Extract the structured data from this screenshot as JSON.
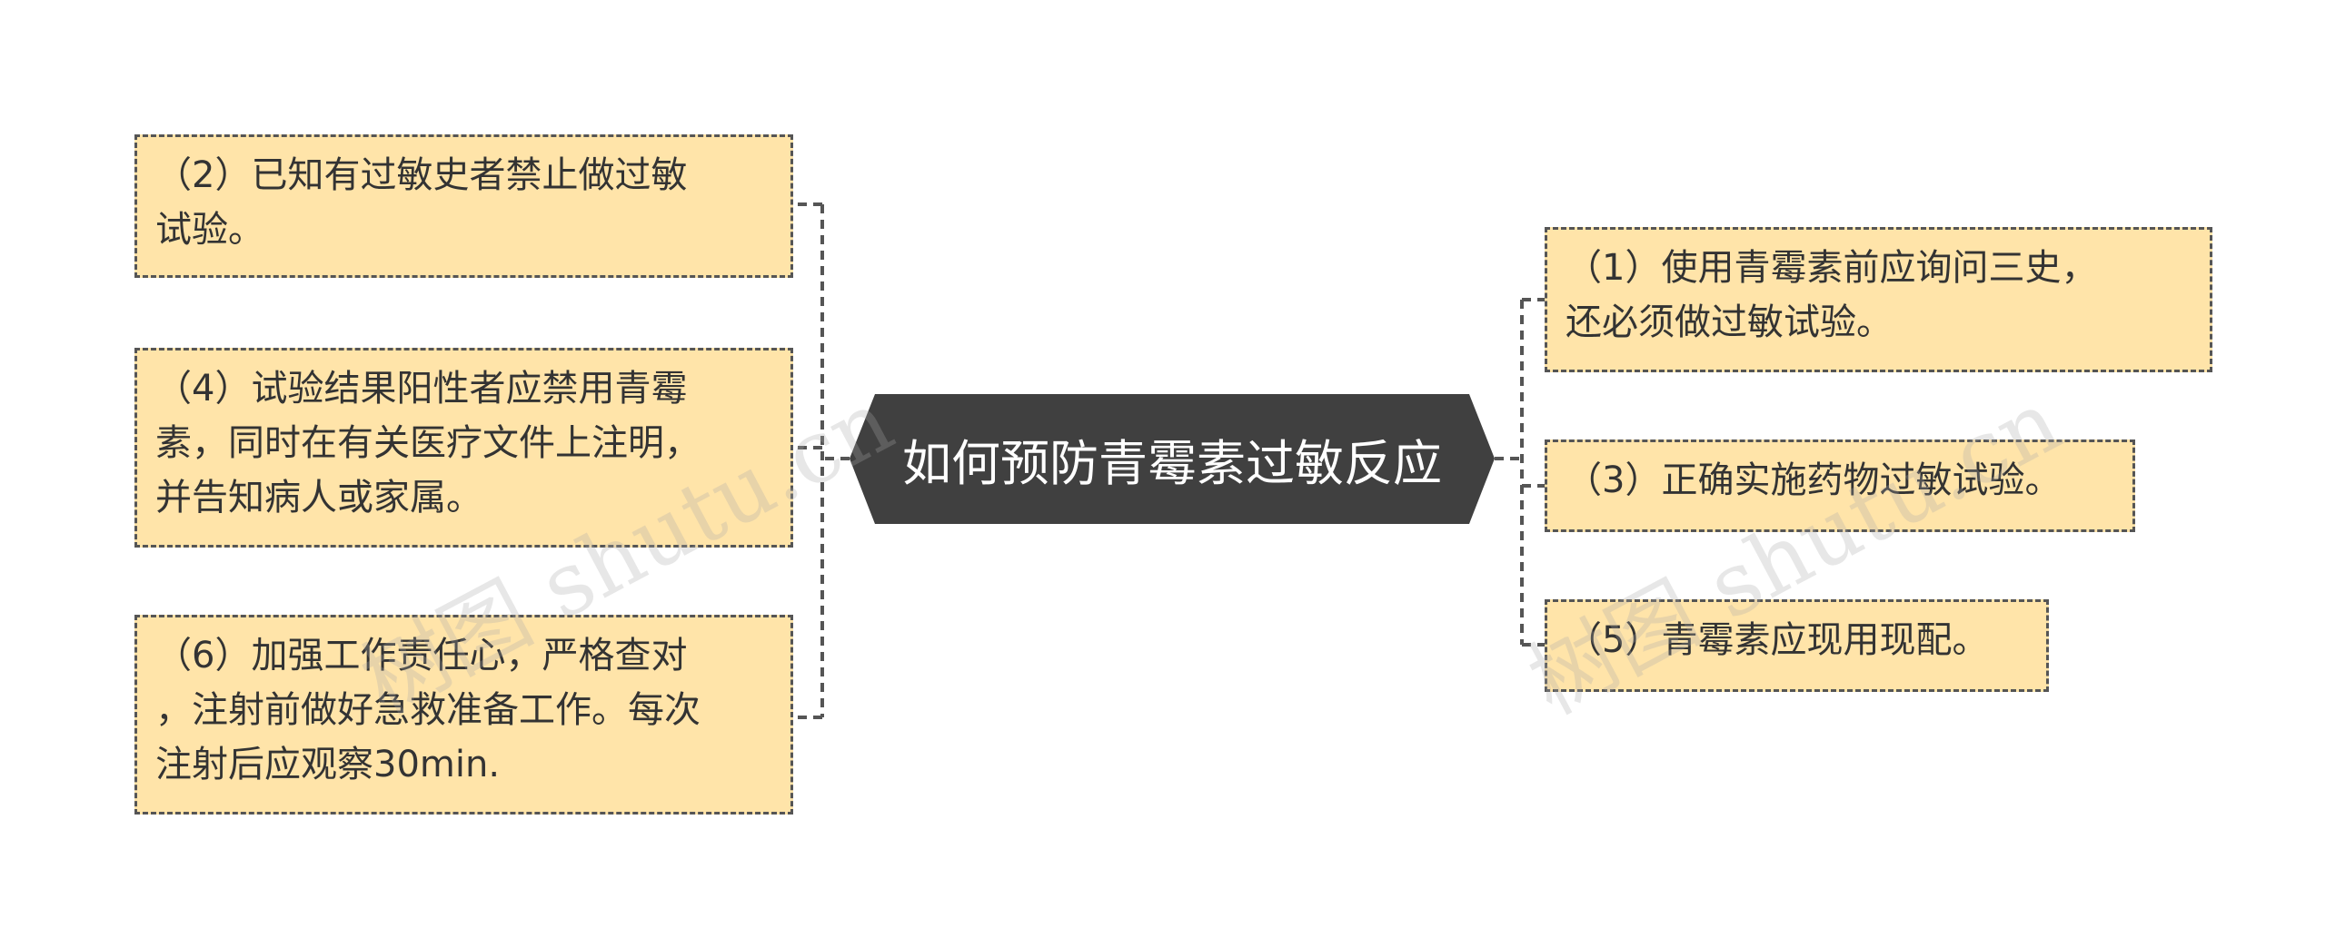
{
  "center": {
    "label": "如何预防青霉素过敏反应"
  },
  "left_nodes": [
    {
      "lines": [
        "（2）已知有过敏史者禁止做过敏",
        "试验。"
      ]
    },
    {
      "lines": [
        "（4）试验结果阳性者应禁用青霉",
        "素，同时在有关医疗文件上注明，",
        "并告知病人或家属。"
      ]
    },
    {
      "lines": [
        "（6）加强工作责任心，严格查对",
        "，注射前做好急救准备工作。每次",
        "注射后应观察30min."
      ]
    }
  ],
  "right_nodes": [
    {
      "lines": [
        "（1）使用青霉素前应询问三史，",
        "还必须做过敏试验。"
      ]
    },
    {
      "lines": [
        "（3）正确实施药物过敏试验。"
      ]
    },
    {
      "lines": [
        "（5）青霉素应现用现配。"
      ]
    }
  ],
  "watermarks": [
    "树图 shutu.cn",
    "树图 shutu.cn"
  ],
  "colors": {
    "center_fill": "#404040",
    "node_fill": "#ffe4a9",
    "node_border": "#555555",
    "link": "#555555"
  }
}
